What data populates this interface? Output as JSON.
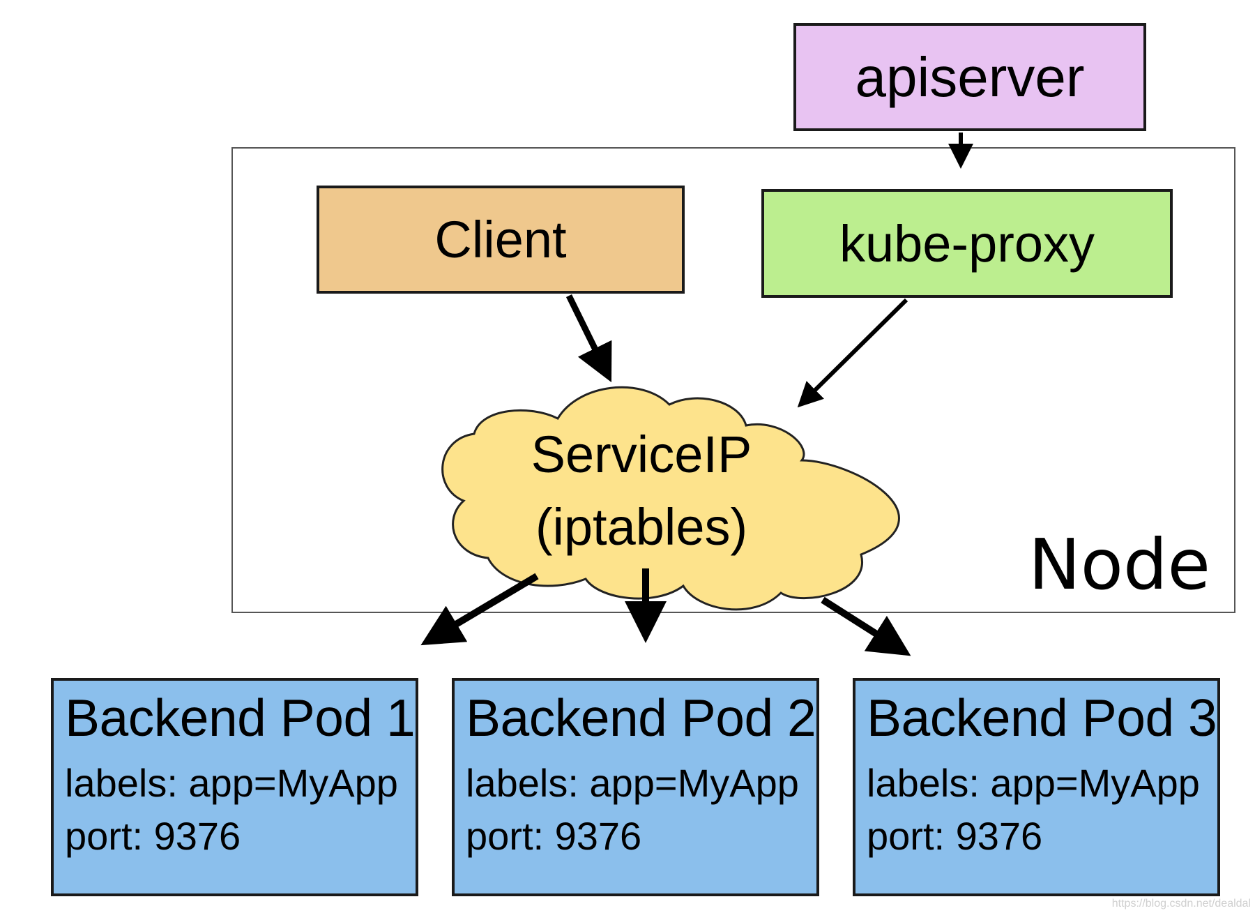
{
  "nodes": {
    "apiserver": "apiserver",
    "client": "Client",
    "kube_proxy": "kube-proxy",
    "service_ip": {
      "line1": "ServiceIP",
      "line2": "(iptables)"
    },
    "node_label": "Node"
  },
  "pods": [
    {
      "title": "Backend Pod 1",
      "labels": "labels: app=MyApp",
      "port": "port: 9376"
    },
    {
      "title": "Backend Pod 2",
      "labels": "labels: app=MyApp",
      "port": "port: 9376"
    },
    {
      "title": "Backend Pod 3",
      "labels": "labels: app=MyApp",
      "port": "port: 9376"
    }
  ],
  "watermark": "https://blog.csdn.net/dealdal",
  "colors": {
    "apiserver": "#e8c3f2",
    "client": "#efc88d",
    "kube_proxy": "#bcee8f",
    "cloud": "#fde38c",
    "pod": "#8bbfec",
    "border": "#1a1a1a"
  }
}
